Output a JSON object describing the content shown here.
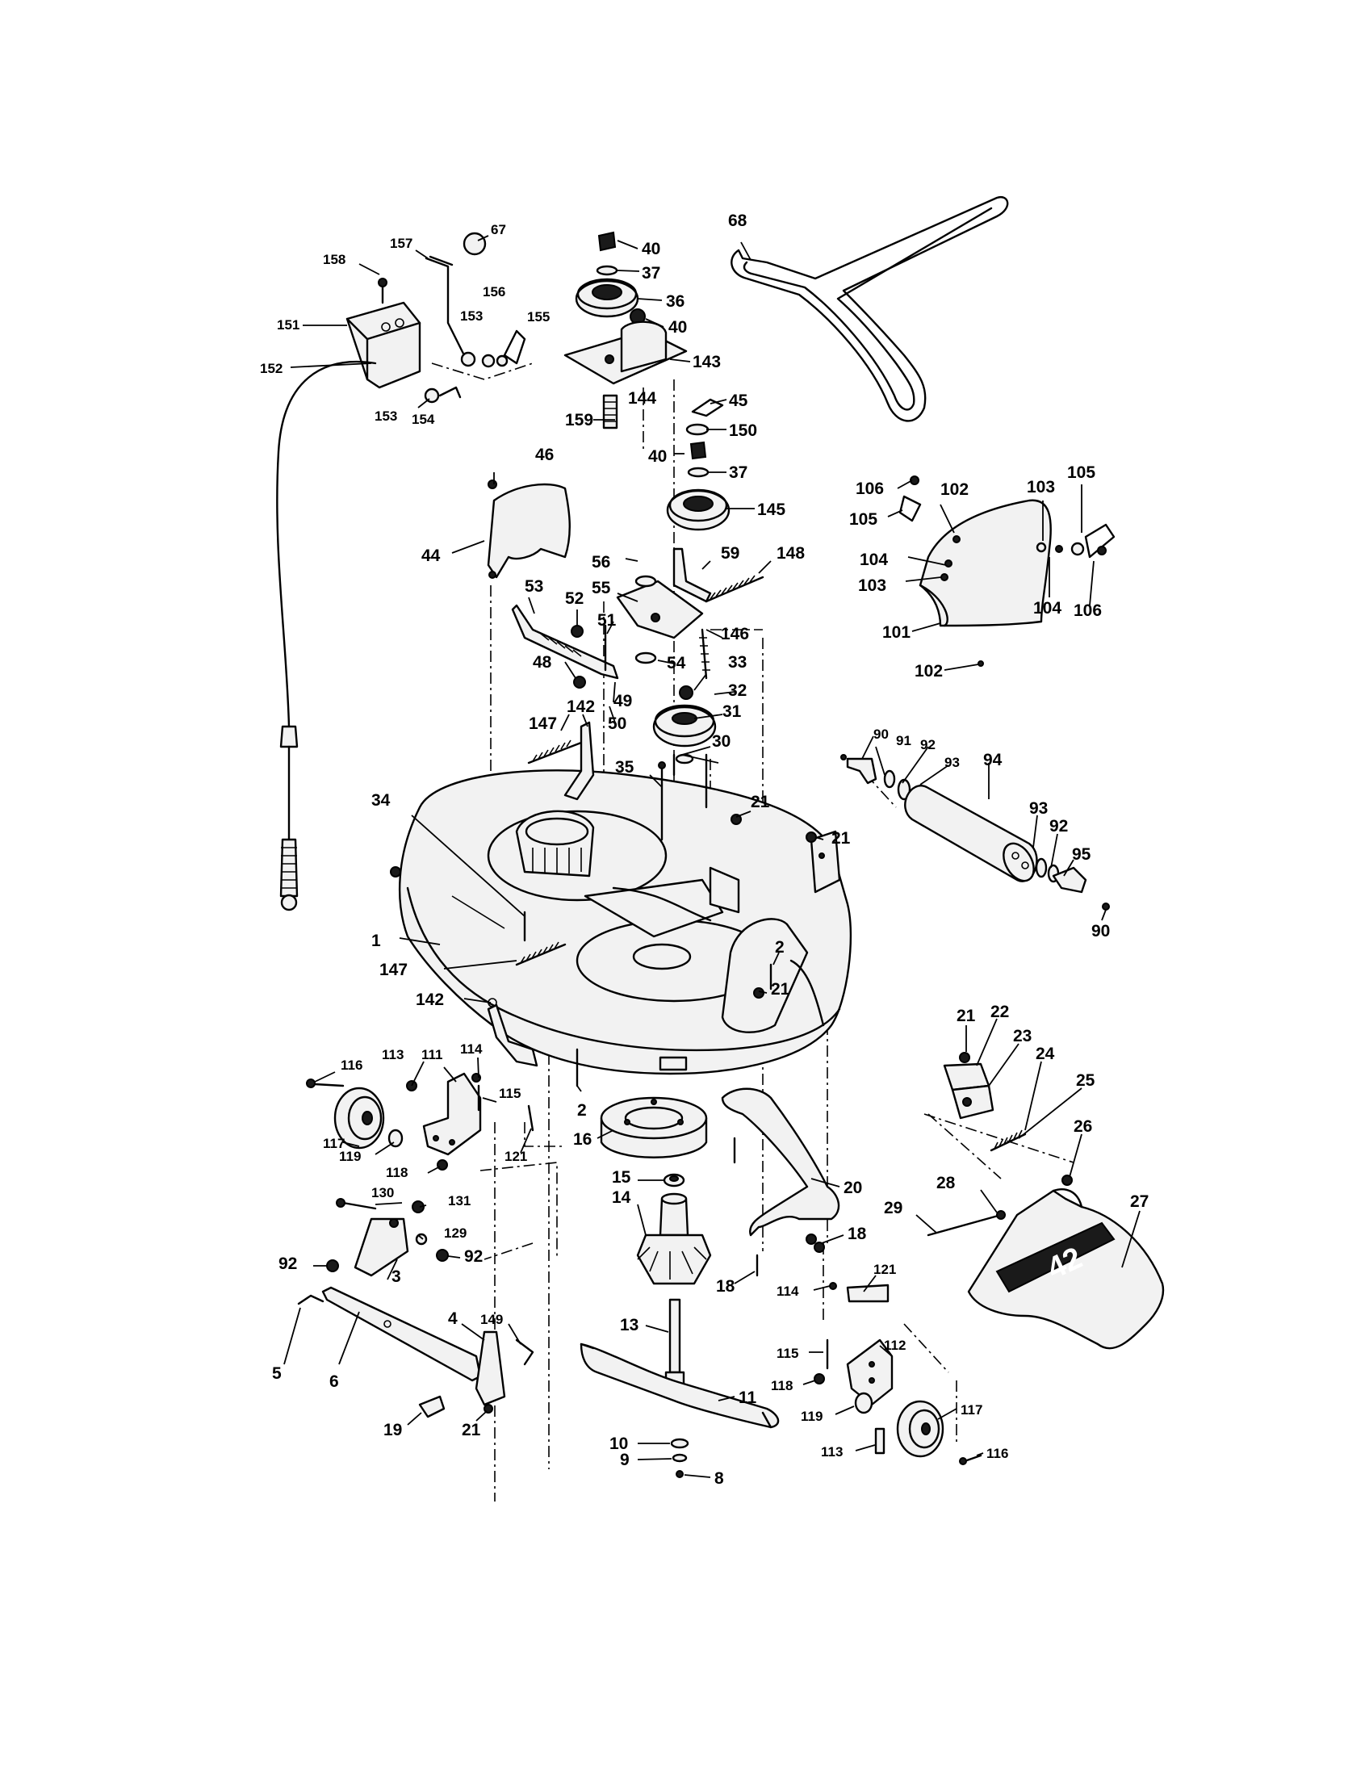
{
  "diagram": {
    "type": "exploded-parts-diagram",
    "deck_badge": "42",
    "callouts": [
      {
        "id": "c158",
        "label": "158"
      },
      {
        "id": "c157",
        "label": "157"
      },
      {
        "id": "c67",
        "label": "67"
      },
      {
        "id": "c156",
        "label": "156"
      },
      {
        "id": "c153a",
        "label": "153"
      },
      {
        "id": "c155",
        "label": "155"
      },
      {
        "id": "c151",
        "label": "151"
      },
      {
        "id": "c152",
        "label": "152"
      },
      {
        "id": "c153b",
        "label": "153"
      },
      {
        "id": "c154",
        "label": "154"
      },
      {
        "id": "c40a",
        "label": "40"
      },
      {
        "id": "c37a",
        "label": "37"
      },
      {
        "id": "c36",
        "label": "36"
      },
      {
        "id": "c40b",
        "label": "40"
      },
      {
        "id": "c143",
        "label": "143"
      },
      {
        "id": "c144",
        "label": "144"
      },
      {
        "id": "c159",
        "label": "159"
      },
      {
        "id": "c68",
        "label": "68"
      },
      {
        "id": "c45",
        "label": "45"
      },
      {
        "id": "c150",
        "label": "150"
      },
      {
        "id": "c40c",
        "label": "40"
      },
      {
        "id": "c37b",
        "label": "37"
      },
      {
        "id": "c145",
        "label": "145"
      },
      {
        "id": "c46",
        "label": "46"
      },
      {
        "id": "c44",
        "label": "44"
      },
      {
        "id": "c56",
        "label": "56"
      },
      {
        "id": "c59",
        "label": "59"
      },
      {
        "id": "c148",
        "label": "148"
      },
      {
        "id": "c53",
        "label": "53"
      },
      {
        "id": "c52",
        "label": "52"
      },
      {
        "id": "c55",
        "label": "55"
      },
      {
        "id": "c51",
        "label": "51"
      },
      {
        "id": "c146",
        "label": "146"
      },
      {
        "id": "c54",
        "label": "54"
      },
      {
        "id": "c48",
        "label": "48"
      },
      {
        "id": "c33",
        "label": "33"
      },
      {
        "id": "c32",
        "label": "32"
      },
      {
        "id": "c49",
        "label": "49"
      },
      {
        "id": "c50",
        "label": "50"
      },
      {
        "id": "c31",
        "label": "31"
      },
      {
        "id": "c147a",
        "label": "147"
      },
      {
        "id": "c142a",
        "label": "142"
      },
      {
        "id": "c30",
        "label": "30"
      },
      {
        "id": "c35",
        "label": "35"
      },
      {
        "id": "c21a",
        "label": "21"
      },
      {
        "id": "c34",
        "label": "34"
      },
      {
        "id": "c21b",
        "label": "21"
      },
      {
        "id": "c1",
        "label": "1"
      },
      {
        "id": "c147b",
        "label": "147"
      },
      {
        "id": "c2a",
        "label": "2"
      },
      {
        "id": "c21c",
        "label": "21"
      },
      {
        "id": "c142b",
        "label": "142"
      },
      {
        "id": "c106a",
        "label": "106"
      },
      {
        "id": "c105a",
        "label": "105"
      },
      {
        "id": "c102a",
        "label": "102"
      },
      {
        "id": "c103a",
        "label": "103"
      },
      {
        "id": "c105b",
        "label": "105"
      },
      {
        "id": "c104a",
        "label": "104"
      },
      {
        "id": "c103b",
        "label": "103"
      },
      {
        "id": "c104b",
        "label": "104"
      },
      {
        "id": "c106b",
        "label": "106"
      },
      {
        "id": "c101",
        "label": "101"
      },
      {
        "id": "c102b",
        "label": "102"
      },
      {
        "id": "c90a",
        "label": "90"
      },
      {
        "id": "c91",
        "label": "91"
      },
      {
        "id": "c92a",
        "label": "92"
      },
      {
        "id": "c93a",
        "label": "93"
      },
      {
        "id": "c94",
        "label": "94"
      },
      {
        "id": "c93b",
        "label": "93"
      },
      {
        "id": "c92b",
        "label": "92"
      },
      {
        "id": "c95",
        "label": "95"
      },
      {
        "id": "c90b",
        "label": "90"
      },
      {
        "id": "c21d",
        "label": "21"
      },
      {
        "id": "c22",
        "label": "22"
      },
      {
        "id": "c23",
        "label": "23"
      },
      {
        "id": "c24",
        "label": "24"
      },
      {
        "id": "c25",
        "label": "25"
      },
      {
        "id": "c26",
        "label": "26"
      },
      {
        "id": "c28",
        "label": "28"
      },
      {
        "id": "c27",
        "label": "27"
      },
      {
        "id": "c29",
        "label": "29"
      },
      {
        "id": "c114a",
        "label": "114"
      },
      {
        "id": "c113a",
        "label": "113"
      },
      {
        "id": "c111",
        "label": "111"
      },
      {
        "id": "c116a",
        "label": "116"
      },
      {
        "id": "c115a",
        "label": "115"
      },
      {
        "id": "c2b",
        "label": "2"
      },
      {
        "id": "c117a",
        "label": "117"
      },
      {
        "id": "c119a",
        "label": "119"
      },
      {
        "id": "c121a",
        "label": "121"
      },
      {
        "id": "c118a",
        "label": "118"
      },
      {
        "id": "c16",
        "label": "16"
      },
      {
        "id": "c15",
        "label": "15"
      },
      {
        "id": "c20",
        "label": "20"
      },
      {
        "id": "c14",
        "label": "14"
      },
      {
        "id": "c130",
        "label": "130"
      },
      {
        "id": "c131",
        "label": "131"
      },
      {
        "id": "c129",
        "label": "129"
      },
      {
        "id": "c92c",
        "label": "92"
      },
      {
        "id": "c92d",
        "label": "92"
      },
      {
        "id": "c3",
        "label": "3"
      },
      {
        "id": "c18a",
        "label": "18"
      },
      {
        "id": "c18b",
        "label": "18"
      },
      {
        "id": "c4",
        "label": "4"
      },
      {
        "id": "c149",
        "label": "149"
      },
      {
        "id": "c121b",
        "label": "121"
      },
      {
        "id": "c114b",
        "label": "114"
      },
      {
        "id": "c13",
        "label": "13"
      },
      {
        "id": "c5",
        "label": "5"
      },
      {
        "id": "c6",
        "label": "6"
      },
      {
        "id": "c112",
        "label": "112"
      },
      {
        "id": "c115b",
        "label": "115"
      },
      {
        "id": "c11",
        "label": "11"
      },
      {
        "id": "c118b",
        "label": "118"
      },
      {
        "id": "c119b",
        "label": "119"
      },
      {
        "id": "c117b",
        "label": "117"
      },
      {
        "id": "c10",
        "label": "10"
      },
      {
        "id": "c21e",
        "label": "21"
      },
      {
        "id": "c19",
        "label": "19"
      },
      {
        "id": "c9",
        "label": "9"
      },
      {
        "id": "c113b",
        "label": "113"
      },
      {
        "id": "c116b",
        "label": "116"
      },
      {
        "id": "c8",
        "label": "8"
      }
    ]
  }
}
